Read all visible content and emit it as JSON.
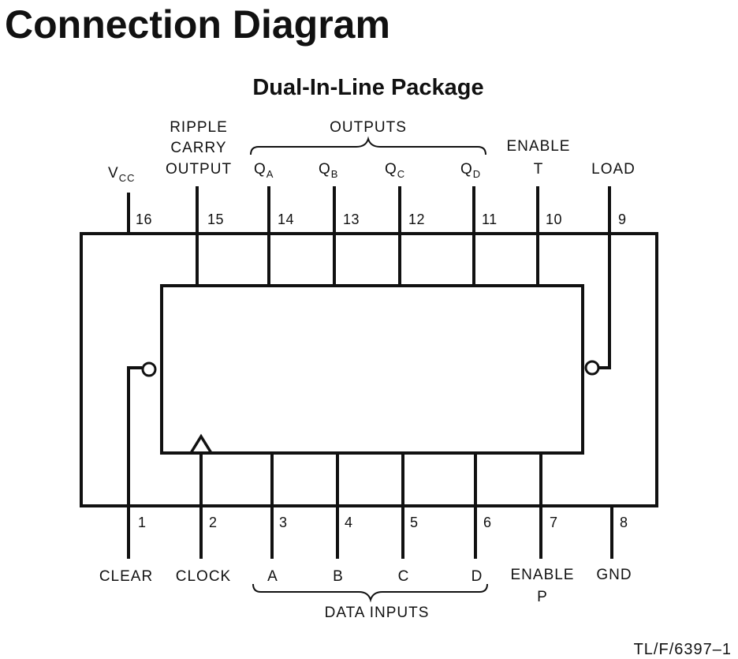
{
  "title": "Connection Diagram",
  "package_title": "Dual-In-Line Package",
  "top_pins": [
    {
      "num": "16",
      "name": "V",
      "sub": "CC"
    },
    {
      "num": "15",
      "name": "OUTPUT",
      "line2": "CARRY",
      "line1": "RIPPLE"
    },
    {
      "num": "14",
      "name": "Q",
      "sub": "A"
    },
    {
      "num": "13",
      "name": "Q",
      "sub": "B"
    },
    {
      "num": "12",
      "name": "Q",
      "sub": "C"
    },
    {
      "num": "11",
      "name": "Q",
      "sub": "D"
    },
    {
      "num": "10",
      "name": "T",
      "line2": "ENABLE"
    },
    {
      "num": "9",
      "name": "LOAD"
    }
  ],
  "bottom_pins": [
    {
      "num": "1",
      "name": "CLEAR"
    },
    {
      "num": "2",
      "name": "CLOCK"
    },
    {
      "num": "3",
      "name": "A"
    },
    {
      "num": "4",
      "name": "B"
    },
    {
      "num": "5",
      "name": "C"
    },
    {
      "num": "6",
      "name": "D"
    },
    {
      "num": "7",
      "name": "ENABLE",
      "line2": "P"
    },
    {
      "num": "8",
      "name": "GND"
    }
  ],
  "outputs_group": "OUTPUTS",
  "data_inputs_group": "DATA INPUTS",
  "reference": "TL/F/6397–1",
  "colors": {
    "ink": "#111111",
    "background": "#ffffff"
  }
}
